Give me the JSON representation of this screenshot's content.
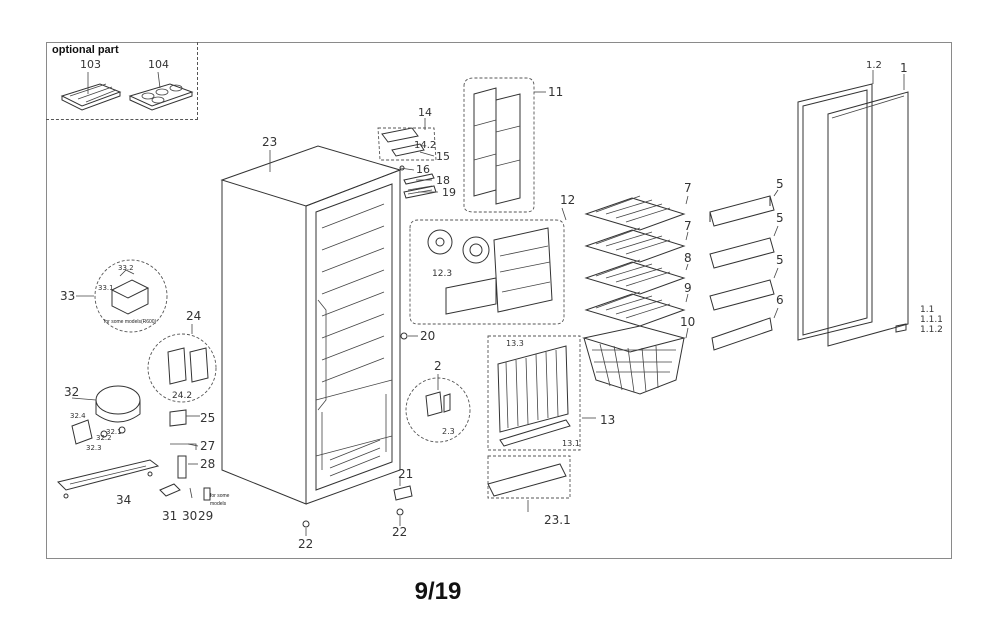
{
  "optional_label": "optional part",
  "page_number": "9/19",
  "notes": {
    "for_some_models_33": "for some models(R600)",
    "for_some_models_29_line1": "for some",
    "for_some_models_29_line2": "models"
  },
  "callouts": {
    "c103": "103",
    "c104": "104",
    "c23": "23",
    "c14": "14",
    "c14_2": "14.2",
    "c15": "15",
    "c16": "16",
    "c18": "18",
    "c19": "19",
    "c11": "11",
    "c12": "12",
    "c12_3": "12.3",
    "c7a": "7",
    "c7b": "7",
    "c8": "8",
    "c9": "9",
    "c10": "10",
    "c5a": "5",
    "c5b": "5",
    "c5c": "5",
    "c6": "6",
    "c1_2": "1.2",
    "c1": "1",
    "c1_1": "1.1",
    "c1_1_1": "1.1.1",
    "c1_1_2": "1.1.2",
    "c33": "33",
    "c33_1": "33.1",
    "c33_2": "33.2",
    "c24": "24",
    "c24_2": "24.2",
    "c32": "32",
    "c32_1": "32.1",
    "c32_2": "32.2",
    "c32_3": "32.3",
    "c32_4": "32.4",
    "c25": "25",
    "c27": "27",
    "c28": "28",
    "c34": "34",
    "c31": "31",
    "c30": "30",
    "c29": "29",
    "c20": "20",
    "c2": "2",
    "c2_3": "2.3",
    "c21": "21",
    "c22a": "22",
    "c22b": "22",
    "c13": "13",
    "c13_1": "13.1",
    "c13_3": "13.3",
    "c23_1": "23.1"
  }
}
